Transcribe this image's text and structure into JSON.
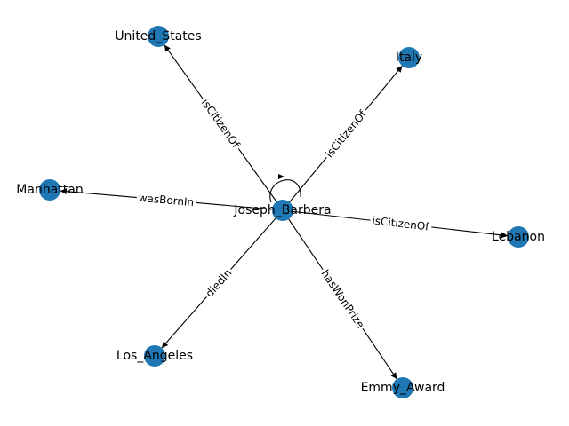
{
  "graph": {
    "colors": {
      "node": "#1f77b4",
      "edge": "#000000",
      "label_bg": "#ffffff"
    },
    "nodes": [
      {
        "id": "Joseph_Barbera",
        "label": "Joseph_Barbera"
      },
      {
        "id": "Lebanon",
        "label": "Lebanon"
      },
      {
        "id": "Italy",
        "label": "Italy"
      },
      {
        "id": "Manhattan",
        "label": "Manhattan"
      },
      {
        "id": "United_States",
        "label": "United_States"
      },
      {
        "id": "Los_Angeles",
        "label": "Los_Angeles"
      },
      {
        "id": "Emmy_Award",
        "label": "Emmy_Award"
      }
    ],
    "edges": [
      {
        "source": "Joseph_Barbera",
        "target": "Joseph_Barbera",
        "label": "isCitizenOf"
      },
      {
        "source": "Joseph_Barbera",
        "target": "United_States",
        "label": "isCitizenOf"
      },
      {
        "source": "Joseph_Barbera",
        "target": "Italy",
        "label": "isCitizenOf"
      },
      {
        "source": "Joseph_Barbera",
        "target": "Manhattan",
        "label": "wasBornIn"
      },
      {
        "source": "Joseph_Barbera",
        "target": "Lebanon",
        "label": "isCitizenOf"
      },
      {
        "source": "Joseph_Barbera",
        "target": "Los_Angeles",
        "label": "diedIn"
      },
      {
        "source": "Joseph_Barbera",
        "target": "Emmy_Award",
        "label": "hasWonPrize"
      }
    ]
  }
}
